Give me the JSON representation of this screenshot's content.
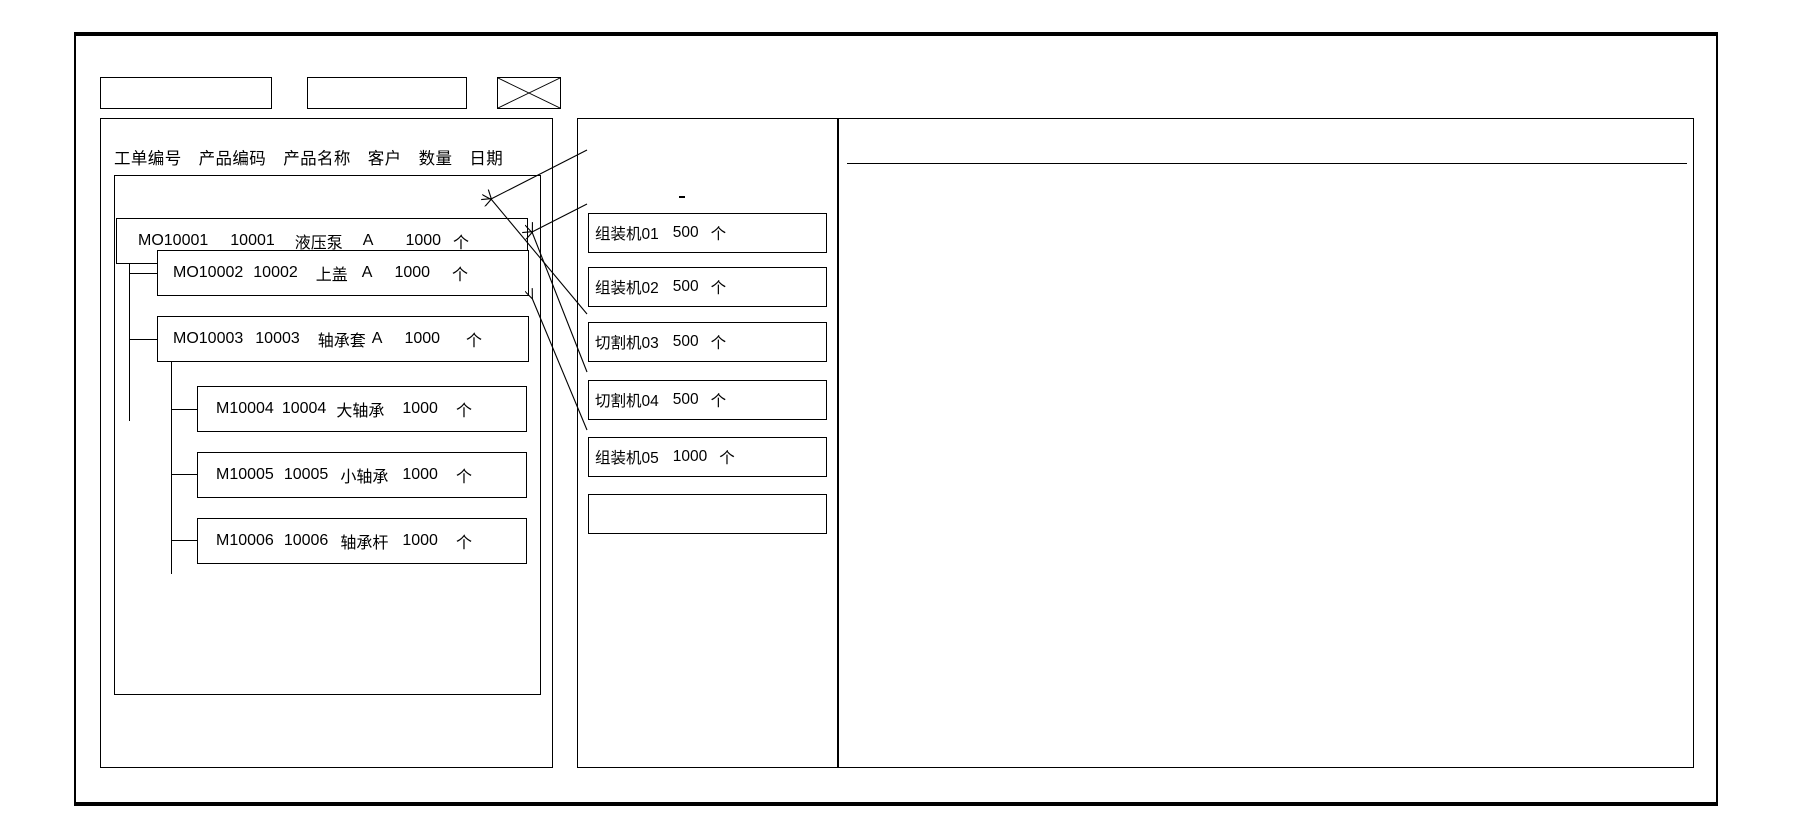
{
  "window": {
    "title": ""
  },
  "toolbar": {
    "field_1_value": "",
    "field_2_value": "",
    "close_icon_label": ""
  },
  "left_panel": {
    "columns": [
      "工单编号",
      "产品编码",
      "产品名称",
      "客户",
      "数量",
      "日期"
    ],
    "rows": [
      {
        "order_no": "MO10001",
        "product_code": "10001",
        "product_name": "液压泵",
        "customer": "A",
        "qty": "1000",
        "unit": "个",
        "level": 0
      },
      {
        "order_no": "MO10002",
        "product_code": "10002",
        "product_name": "上盖",
        "customer": "A",
        "qty": "1000",
        "unit": "个",
        "level": 1
      },
      {
        "order_no": "MO10003",
        "product_code": "10003",
        "product_name": "轴承套",
        "customer": "A",
        "qty": "1000",
        "unit": "个",
        "level": 1
      },
      {
        "order_no": "M10004",
        "product_code": "10004",
        "product_name": "大轴承",
        "customer": "",
        "qty": "1000",
        "unit": "个",
        "level": 2
      },
      {
        "order_no": "M10005",
        "product_code": "10005",
        "product_name": "小轴承",
        "customer": "",
        "qty": "1000",
        "unit": "个",
        "level": 2
      },
      {
        "order_no": "M10006",
        "product_code": "10006",
        "product_name": "轴承杆",
        "customer": "",
        "qty": "1000",
        "unit": "个",
        "level": 2
      }
    ]
  },
  "middle_panel": {
    "items": [
      {
        "machine": "组装机01",
        "qty": "500",
        "unit": "个"
      },
      {
        "machine": "组装机02",
        "qty": "500",
        "unit": "个"
      },
      {
        "machine": "切割机03",
        "qty": "500",
        "unit": "个"
      },
      {
        "machine": "切割机04",
        "qty": "500",
        "unit": "个"
      },
      {
        "machine": "组装机05",
        "qty": "1000",
        "unit": "个"
      },
      {
        "machine": "",
        "qty": "",
        "unit": ""
      }
    ]
  },
  "right_panel": {
    "header_text": "",
    "body_text": ""
  },
  "colors": {
    "stroke": "#000000",
    "background": "#ffffff"
  }
}
